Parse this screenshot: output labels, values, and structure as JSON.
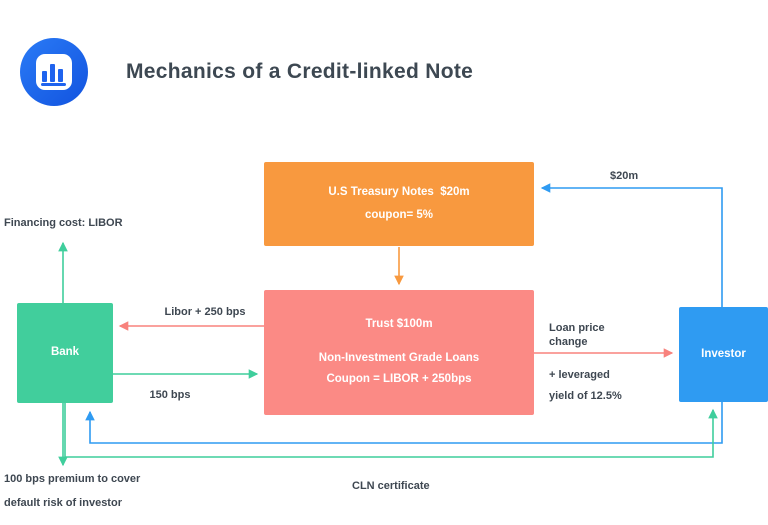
{
  "header": {
    "title": "Mechanics of a Credit-linked Note",
    "logo_icon": "bar-chart-icon"
  },
  "nodes": {
    "treasury": {
      "line1": "U.S Treasury Notes  $20m",
      "line2": "coupon= 5%"
    },
    "trust": {
      "line1": "Trust $100m",
      "line2": "Non-Investment Grade Loans",
      "line3": "Coupon = LIBOR + 250bps"
    },
    "bank": {
      "label": "Bank"
    },
    "investor": {
      "label": "Investor"
    }
  },
  "edge_labels": {
    "financing_cost": "Financing cost: LIBOR",
    "treasury_funding": "$20m",
    "libor_spread": "Libor + 250 bps",
    "fee_150bps": "150 bps",
    "loan_price_line1": "Loan price",
    "loan_price_line2": "change",
    "leveraged_line1": "+ leveraged",
    "leveraged_line2": "yield of 12.5%",
    "premium_line1": "100 bps premium to cover",
    "premium_line2": "default risk of investor",
    "cln_certificate": "CLN certificate"
  },
  "colors": {
    "treasury_box": "#F8993F",
    "trust_box": "#FB8A85",
    "bank_box": "#41CE9C",
    "investor_box": "#2F9BF2",
    "arrow_green": "#3FCE9C",
    "arrow_blue": "#2F9BF2",
    "arrow_red": "#F8827D",
    "arrow_orange": "#F8993F",
    "logo_blue": "#1F63EE",
    "text_dark": "#3E4751"
  }
}
